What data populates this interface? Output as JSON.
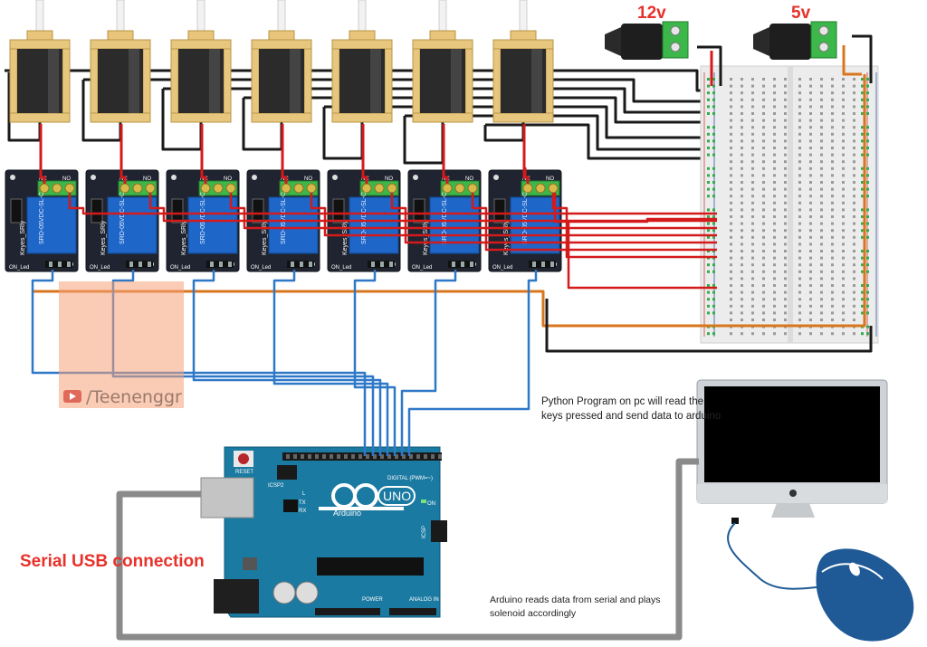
{
  "labels": {
    "power_12v": "12v",
    "power_5v": "5v",
    "serial_connection": "Serial USB connection",
    "pc_note": "Python Program on pc will read the keys pressed and send data to arduino",
    "arduino_note": "Arduino reads data from serial and plays solenoid accordingly"
  },
  "watermark": {
    "channel": "/Teenenggr"
  },
  "relay_module": {
    "terminal_nc": "NC",
    "terminal_no": "NO",
    "side_label": "Keyes_SRly",
    "pin_label": "ON_Led",
    "pin_s": "S",
    "relay_text": "SRD-05VDC-SL-C"
  },
  "arduino": {
    "brand": "Arduino",
    "model": "UNO",
    "reset": "RESET",
    "icsp2": "ICSP2",
    "digital": "DIGITAL (PWM=~)",
    "power": "POWER",
    "analog": "ANALOG IN",
    "on": "ON",
    "tx": "TX",
    "rx": "RX",
    "l": "L",
    "icsp": "ICSP"
  },
  "colors": {
    "wire_black": "#1a1a1a",
    "wire_red": "#d41a1a",
    "wire_blue": "#2f78c8",
    "wire_orange": "#d8761e",
    "wire_gray": "#8a8a8a",
    "relay_board": "#1f2430",
    "relay_block": "#1e66c8",
    "arduino_board": "#1b7aa1",
    "breadboard": "#ececec",
    "solenoid_frame": "#e7c77d",
    "mouse": "#1f5a96",
    "terminal_green": "#3cb84a",
    "label_red": "#e8312a"
  }
}
